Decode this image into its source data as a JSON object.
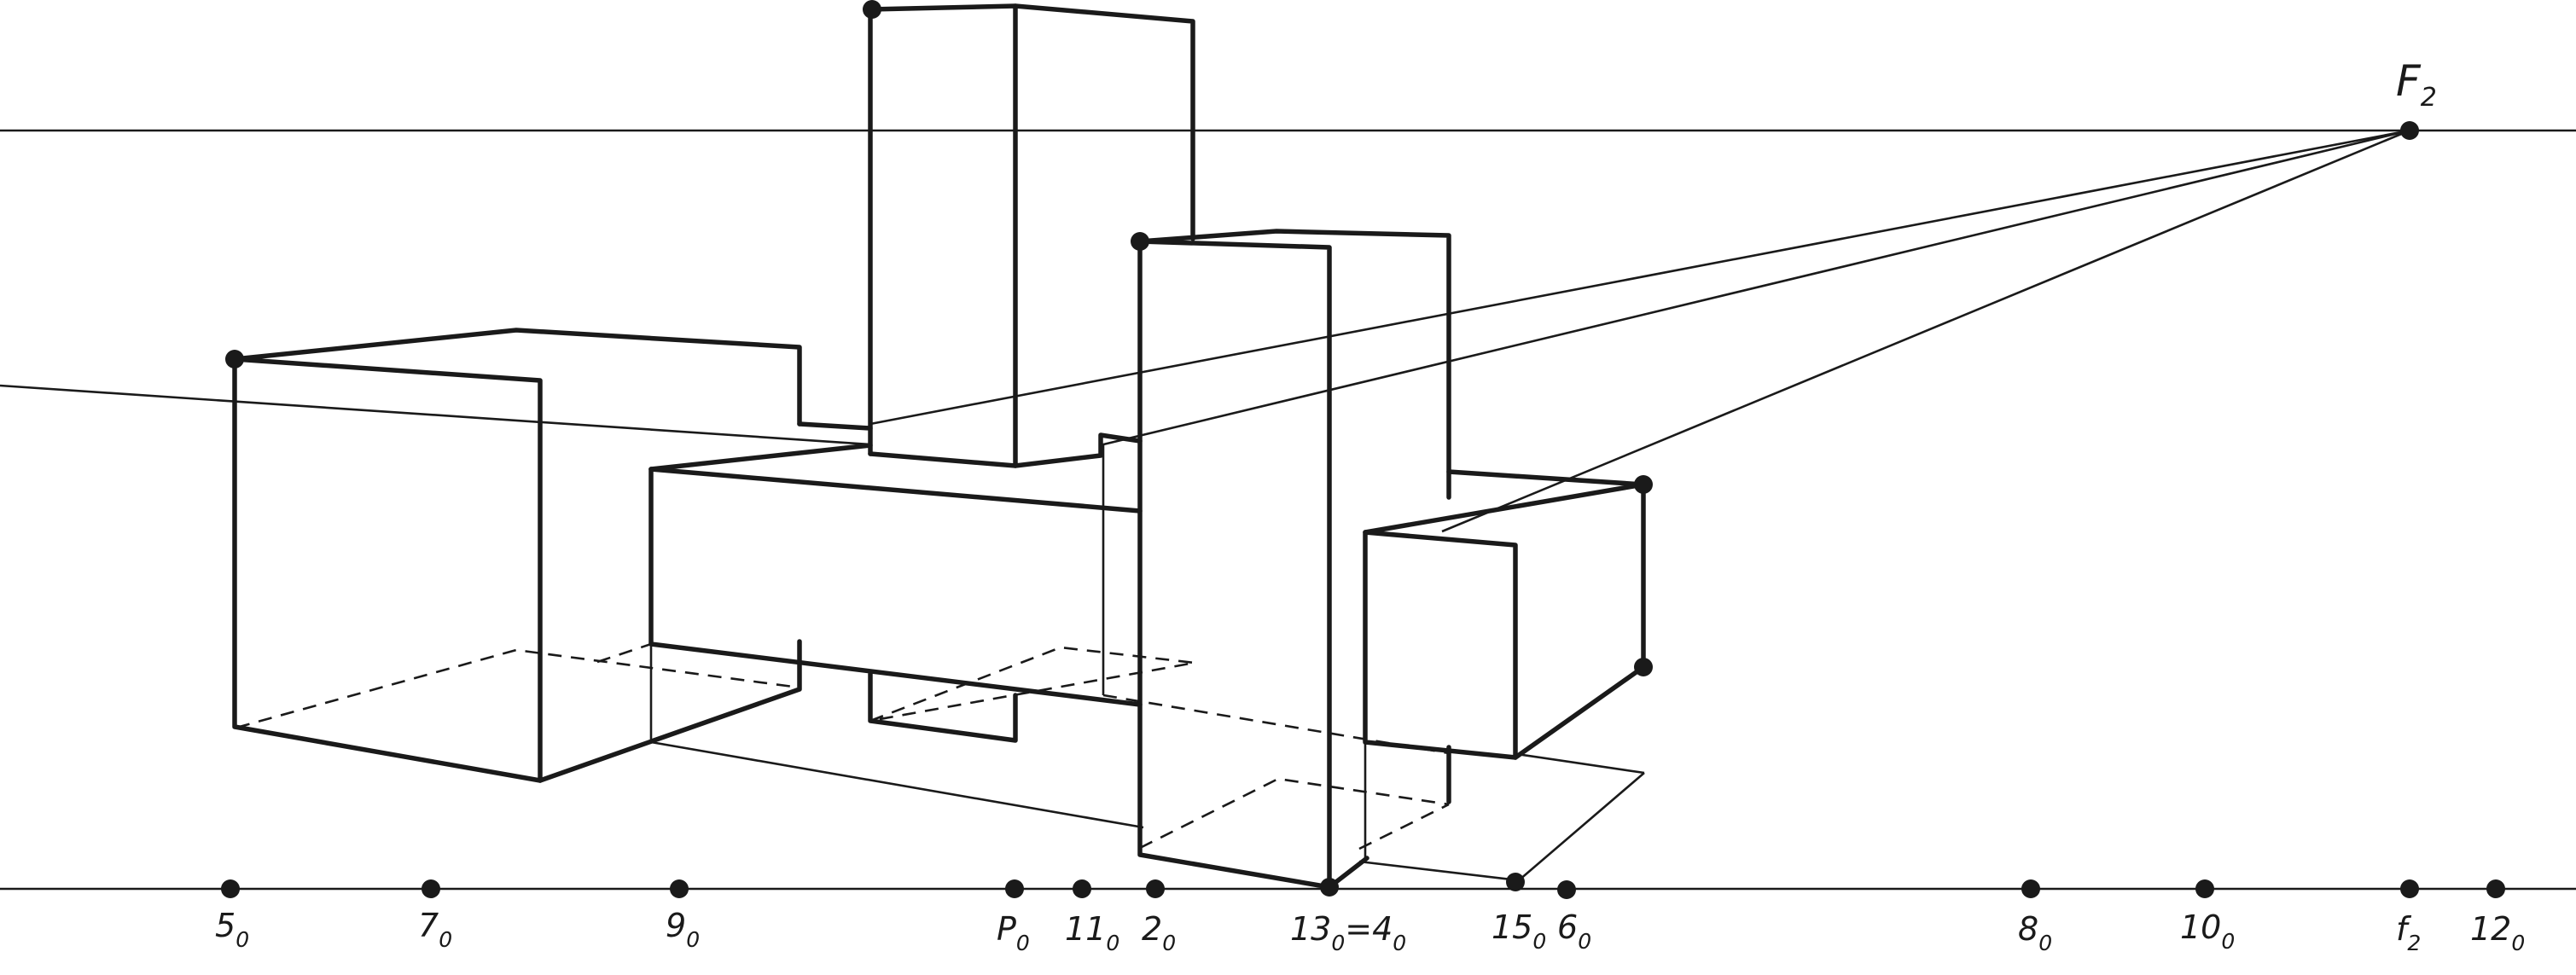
{
  "figure": {
    "vanishing_point": {
      "main": "F",
      "sub": "2"
    },
    "ground_labels": [
      {
        "main": "5",
        "sub": "0"
      },
      {
        "main": "7",
        "sub": "0"
      },
      {
        "main": "9",
        "sub": "0"
      },
      {
        "main": "P",
        "sub": "0"
      },
      {
        "main": "11",
        "sub": "0"
      },
      {
        "main": "2",
        "sub": "0"
      },
      {
        "main": "13",
        "sub": "0",
        "tail": "=4",
        "tail_sub": "0"
      },
      {
        "main": "15",
        "sub": "0"
      },
      {
        "main": "6",
        "sub": "0"
      },
      {
        "main": "8",
        "sub": "0"
      },
      {
        "main": "10",
        "sub": "0"
      },
      {
        "main": "f",
        "sub": "2"
      },
      {
        "main": "12",
        "sub": "0"
      }
    ]
  }
}
